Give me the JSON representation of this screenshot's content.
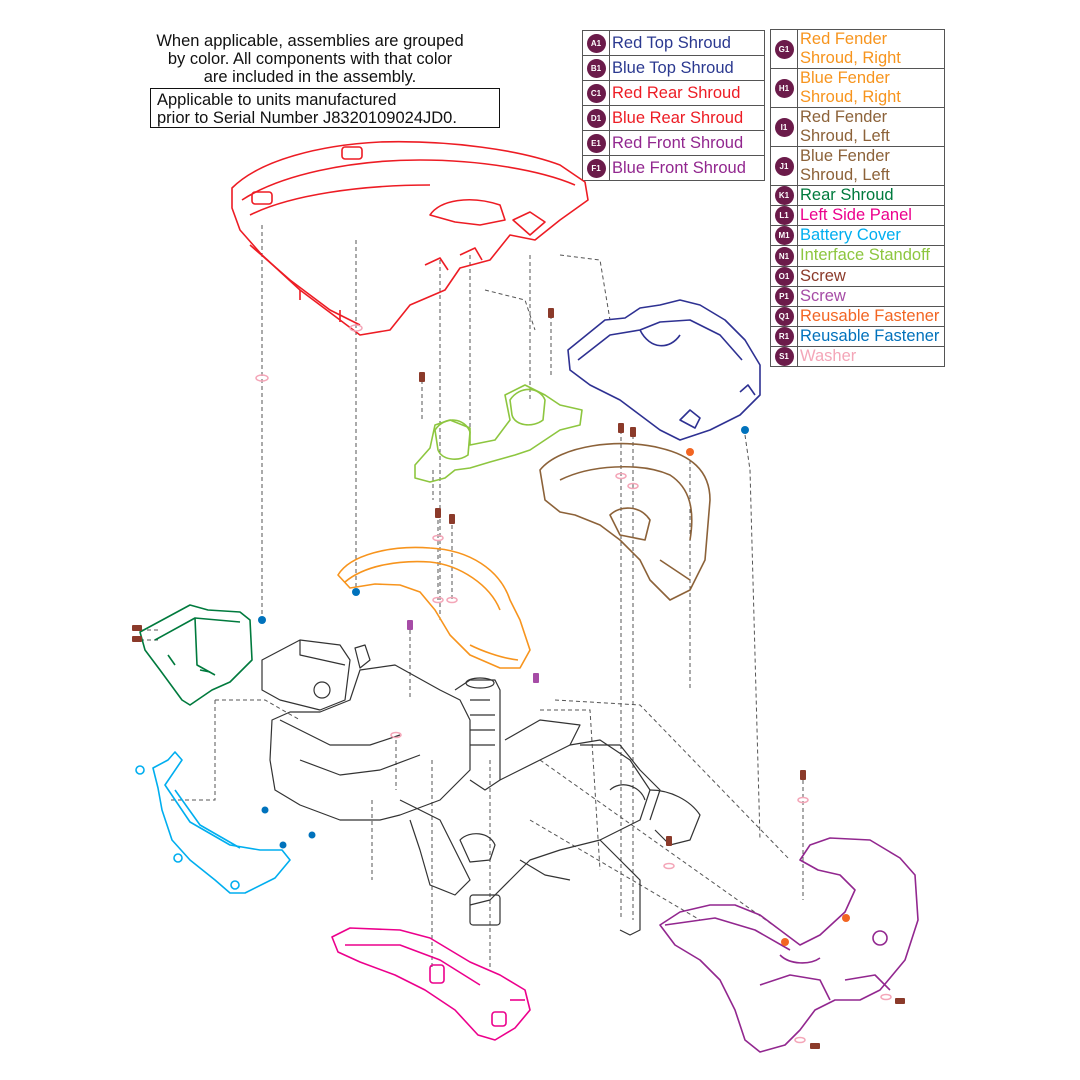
{
  "note": {
    "lines": [
      "When applicable, assemblies are grouped",
      "by color. All components with that color",
      "are included in the assembly."
    ],
    "serial_lines": [
      "Applicable to units manufactured",
      "prior to Serial Number J8320109024JD0."
    ]
  },
  "legend_left": [
    {
      "badge": "A1",
      "label": "Red Top Shroud",
      "color": "#2b3990"
    },
    {
      "badge": "B1",
      "label": "Blue Top Shroud",
      "color": "#2b3990"
    },
    {
      "badge": "C1",
      "label": "Red Rear Shroud",
      "color": "#ed1c24"
    },
    {
      "badge": "D1",
      "label": "Blue Rear Shroud",
      "color": "#ed1c24"
    },
    {
      "badge": "E1",
      "label": "Red Front Shroud",
      "color": "#92278f"
    },
    {
      "badge": "F1",
      "label": "Blue Front Shroud",
      "color": "#92278f"
    }
  ],
  "legend_right": [
    {
      "badge": "G1",
      "lines": [
        "Red Fender",
        "Shroud, Right"
      ],
      "color": "#f7941d"
    },
    {
      "badge": "H1",
      "lines": [
        "Blue Fender",
        "Shroud, Right"
      ],
      "color": "#f7941d"
    },
    {
      "badge": "I1",
      "lines": [
        "Red Fender",
        "Shroud, Left"
      ],
      "color": "#8c6239"
    },
    {
      "badge": "J1",
      "lines": [
        "Blue Fender",
        "Shroud, Left"
      ],
      "color": "#8c6239"
    },
    {
      "badge": "K1",
      "lines": [
        "Rear Shroud"
      ],
      "color": "#007a3d"
    },
    {
      "badge": "L1",
      "lines": [
        "Left Side Panel"
      ],
      "color": "#ec008c"
    },
    {
      "badge": "M1",
      "lines": [
        "Battery Cover"
      ],
      "color": "#00aeef"
    },
    {
      "badge": "N1",
      "lines": [
        "Interface Standoff"
      ],
      "color": "#8dc63f"
    },
    {
      "badge": "O1",
      "lines": [
        "Screw"
      ],
      "color": "#8b3a2a"
    },
    {
      "badge": "P1",
      "lines": [
        "Screw"
      ],
      "color": "#a64ca6"
    },
    {
      "badge": "Q1",
      "lines": [
        "Reusable Fastener"
      ],
      "color": "#f26522"
    },
    {
      "badge": "R1",
      "lines": [
        "Reusable Fastener"
      ],
      "color": "#0072bc"
    },
    {
      "badge": "S1",
      "lines": [
        "Washer"
      ],
      "color": "#f4a6b8"
    }
  ],
  "colors": {
    "top_shroud": "#ed1c24",
    "rear_shroud_blue": "#2e3192",
    "standoff": "#8dc63f",
    "fender_left": "#8c6239",
    "fender_right": "#f7941d",
    "rear_shroud": "#007a3d",
    "battery_cover": "#00aeef",
    "side_panel": "#ec008c",
    "front_shroud": "#92278f",
    "frame": "#333333",
    "screw": "#8b3a2a",
    "screw_p": "#a64ca6",
    "fastener_q": "#f26522",
    "fastener_r": "#0072bc",
    "washer": "#f4a6b8"
  }
}
